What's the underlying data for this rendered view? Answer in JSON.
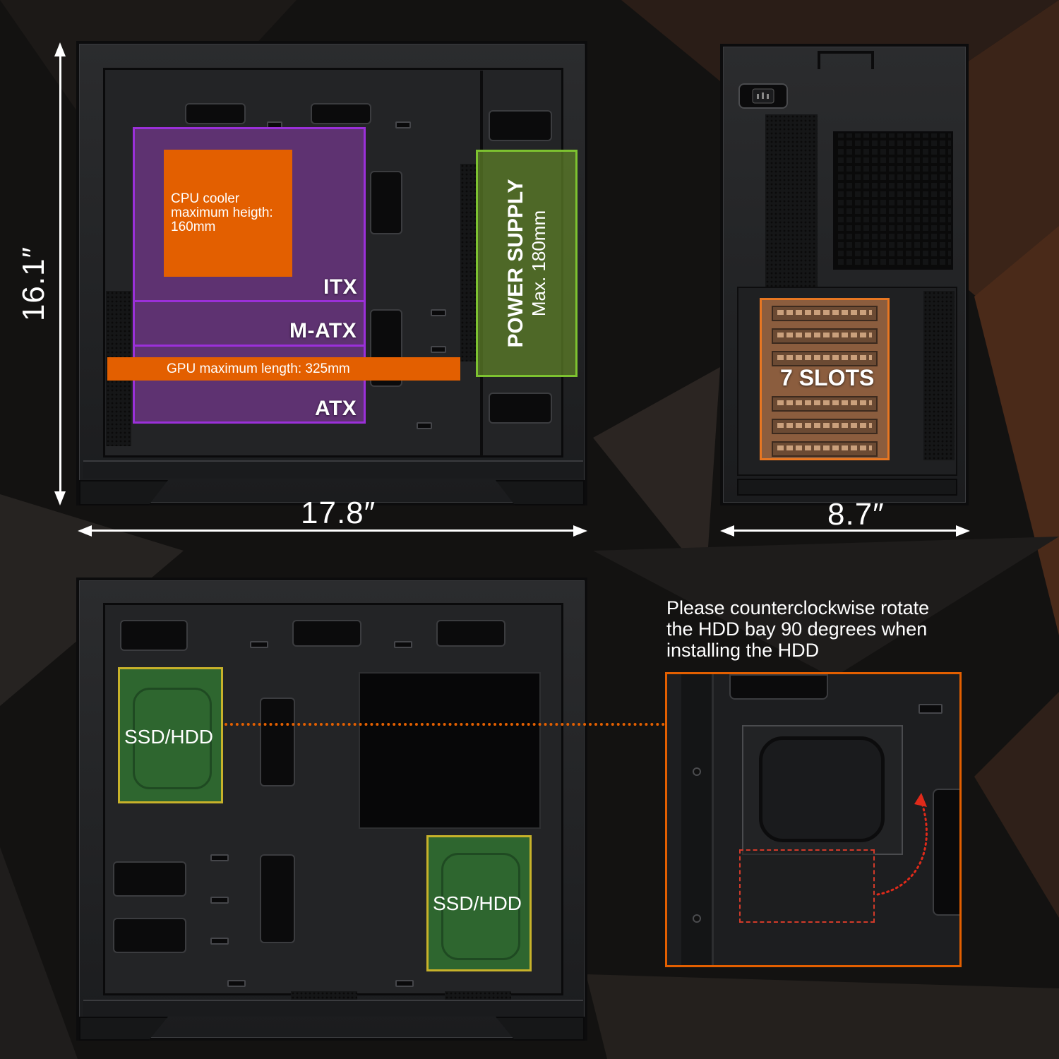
{
  "colors": {
    "background": "#121110",
    "accent_orange": "#e35f00",
    "zone_purple": "#9b30d9",
    "psu_green": "#7dc230",
    "slots_orange": "#e87722",
    "drive_green": "#327832",
    "drive_border": "#c7b22a"
  },
  "dimensions": {
    "height": "16.1″",
    "length": "17.8″",
    "width": "8.7″"
  },
  "side_view": {
    "cpu_cooler": {
      "line1": "CPU cooler",
      "line2": "maximum heigth:",
      "line3": "160mm"
    },
    "board_sizes": [
      "ITX",
      "M-ATX",
      "ATX"
    ],
    "gpu": "GPU maximum length: 325mm",
    "psu": {
      "title": "POWER SUPPLY",
      "subtitle": "Max. 180mm"
    }
  },
  "rear_view": {
    "slots": "7 SLOTS"
  },
  "back_view": {
    "drive_labels": [
      "SSD/HDD",
      "SSD/HDD"
    ]
  },
  "hdd_note": {
    "line1": "Please counterclockwise rotate",
    "line2": "the HDD bay 90 degrees when",
    "line3": "installing the HDD"
  },
  "icons": [
    "power-inlet-icon",
    "rotate-arrow-icon",
    "dimension-arrow-icon"
  ]
}
